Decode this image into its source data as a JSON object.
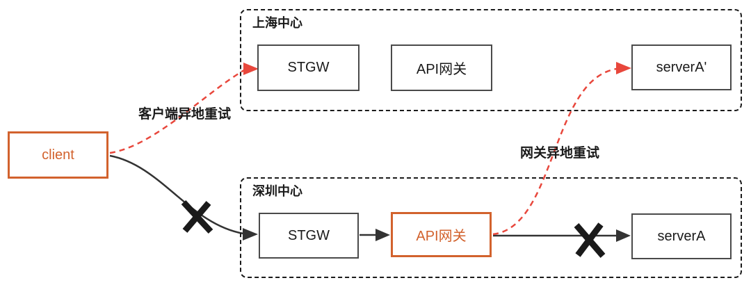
{
  "colors": {
    "accent_orange": "#d2622d",
    "retry_red": "#e8473c",
    "line_dark": "#333333",
    "x_mark_dark": "#1a1a1a"
  },
  "client": {
    "label": "client"
  },
  "shanghai": {
    "title": "上海中心",
    "nodes": [
      {
        "label": "STGW"
      },
      {
        "label": "API网关"
      },
      {
        "label": "serverA'"
      }
    ]
  },
  "shenzhen": {
    "title": "深圳中心",
    "nodes": [
      {
        "label": "STGW"
      },
      {
        "label": "API网关"
      },
      {
        "label": "serverA"
      }
    ]
  },
  "annotations": {
    "client_retry_label": "客户端异地重试",
    "gateway_retry_label": "网关异地重试"
  }
}
